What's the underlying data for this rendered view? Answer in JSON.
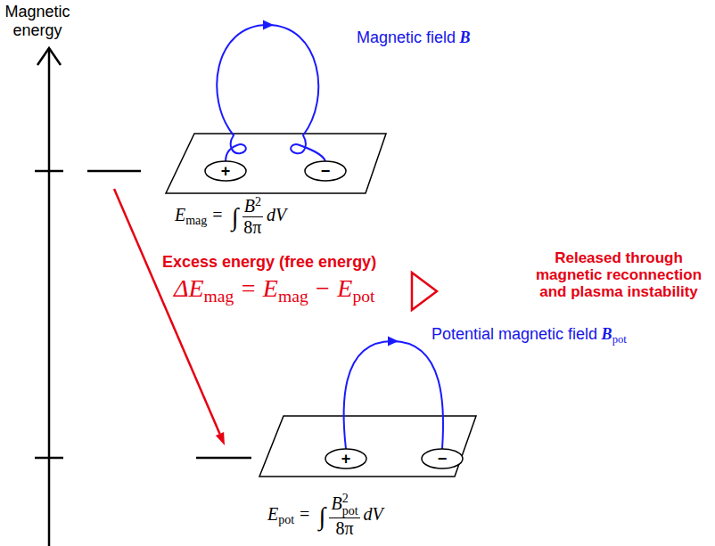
{
  "diagram": {
    "nodes": [
      {
        "text": [
          "+"
        ]
      },
      {
        "text": [
          "−"
        ]
      },
      {
        "text": [
          "+"
        ]
      },
      {
        "text": [
          "−"
        ]
      }
    ],
    "labels": [
      "Magnetic energy",
      "Magnetic field",
      "B",
      "E",
      "mag",
      "=",
      "∫",
      "B",
      "2",
      "8π",
      "dV",
      "Excess energy (free energy)",
      "ΔE",
      "mag",
      "=",
      "E",
      "mag",
      "−",
      "E",
      "pot",
      "Released through magnetic reconnection and plasma instability",
      "Potential magnetic field",
      "B",
      "pot",
      "E",
      "pot",
      "=",
      "∫",
      "B",
      "2",
      "pot",
      "8π",
      "dV"
    ]
  }
}
